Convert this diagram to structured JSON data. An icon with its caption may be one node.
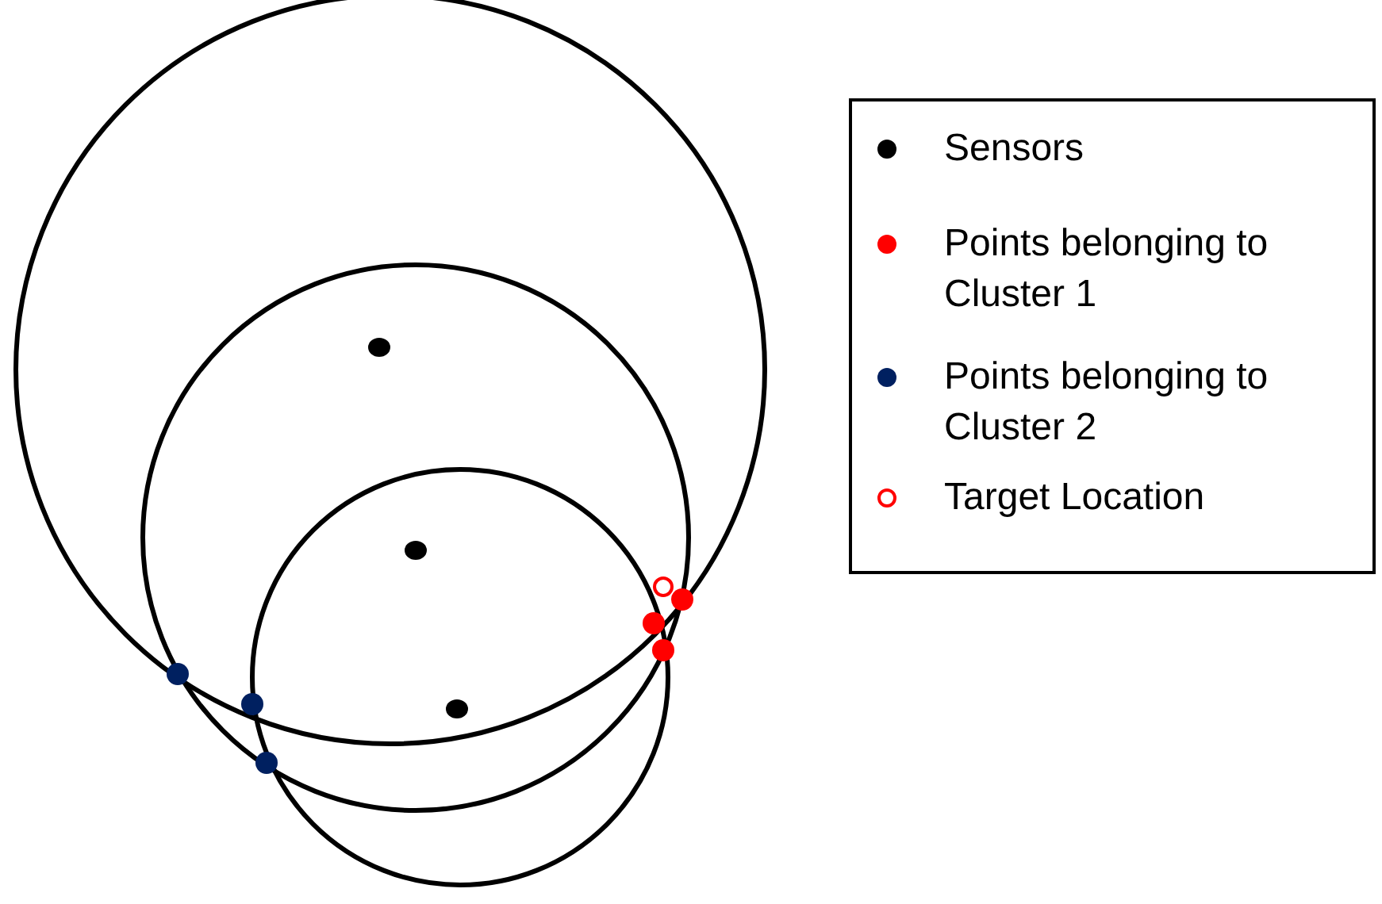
{
  "diagram": {
    "legend": [
      {
        "text": "Sensors",
        "color": "#000000"
      },
      {
        "text": "Points belonging to Cluster 1",
        "color": "#ff0000"
      },
      {
        "text": "Points belonging to Cluster 2",
        "color": "#002060"
      },
      {
        "text": "Target Location"
      }
    ]
  }
}
